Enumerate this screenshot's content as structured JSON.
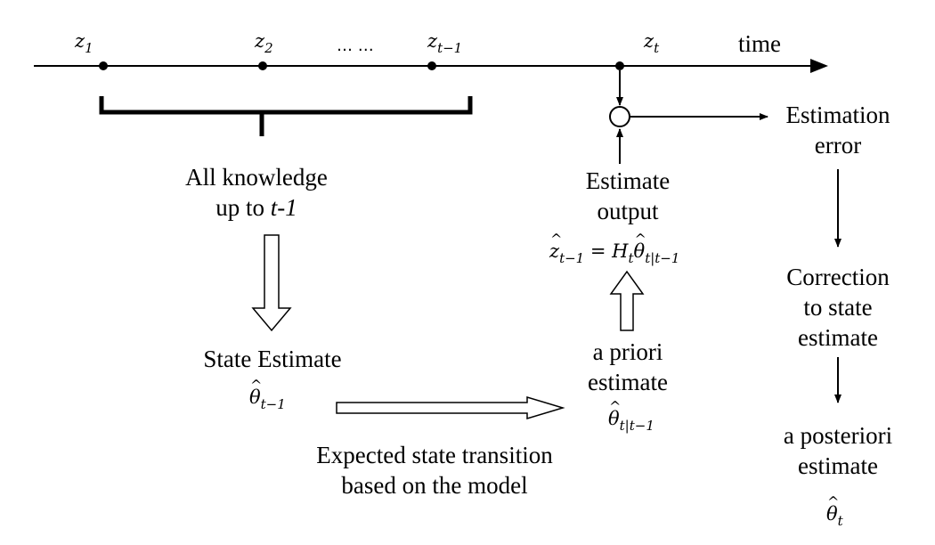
{
  "timeline": {
    "points": [
      {
        "sym": "z",
        "sub": "1"
      },
      {
        "sym": "z",
        "sub": "2"
      },
      {
        "sym": "z",
        "sub": "t−1"
      },
      {
        "sym": "z",
        "sub": "t"
      }
    ],
    "ellipsis": "… …",
    "time_label": "time"
  },
  "knowledge": {
    "line1": "All knowledge",
    "line2_prefix": "up to ",
    "line2_var": "t-1"
  },
  "state_estimate": {
    "label": "State Estimate",
    "sym": "θ",
    "sub": "t−1"
  },
  "transition": {
    "line1": "Expected state transition",
    "line2": "based on the model"
  },
  "prior": {
    "line1": "a priori",
    "line2": "estimate",
    "sym": "θ",
    "sub": "t|t−1"
  },
  "estimate_output": {
    "line1": "Estimate",
    "line2": "output",
    "formula": {
      "lhs_sym": "z",
      "lhs_sub": "t−1",
      "eq": " = ",
      "h_sym": "H",
      "h_sub": "t",
      "theta_sym": "θ",
      "theta_sub": "t|t−1"
    }
  },
  "error": {
    "line1": "Estimation",
    "line2": "error"
  },
  "correction": {
    "line1": "Correction",
    "line2": "to state",
    "line3": "estimate"
  },
  "posterior": {
    "line1": "a posteriori",
    "line2": "estimate",
    "sym": "θ",
    "sub": "t"
  }
}
